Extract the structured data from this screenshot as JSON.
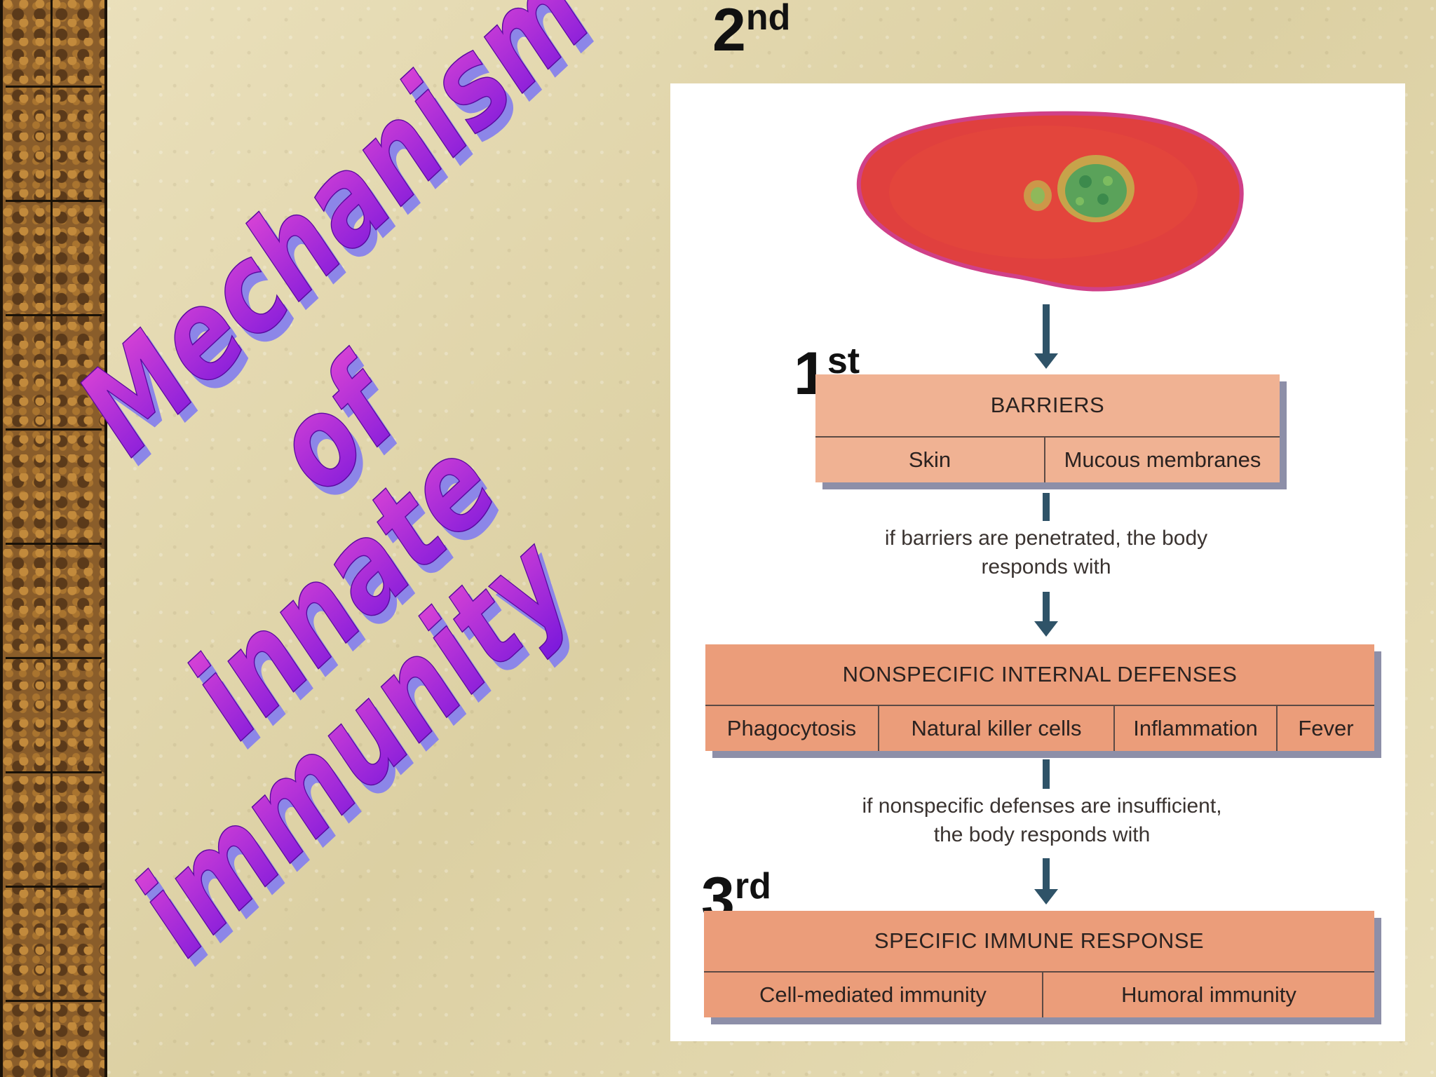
{
  "title": {
    "lines": [
      "Mechanism",
      "of",
      "innate",
      "immunity"
    ]
  },
  "diagram": {
    "levels": [
      {
        "ordinal_num": "1",
        "ordinal_suffix": "st",
        "heading": "BARRIERS",
        "items": [
          "Skin",
          "Mucous membranes"
        ]
      },
      {
        "ordinal_num": "2",
        "ordinal_suffix": "nd",
        "heading": "NONSPECIFIC INTERNAL DEFENSES",
        "items": [
          "Phagocytosis",
          "Natural killer cells",
          "Inflammation",
          "Fever"
        ]
      },
      {
        "ordinal_num": "3",
        "ordinal_suffix": "rd",
        "heading": "SPECIFIC IMMUNE RESPONSE",
        "items": [
          "Cell-mediated immunity",
          "Humoral immunity"
        ]
      }
    ],
    "transitions": [
      [
        "if barriers are penetrated, the body",
        "responds with"
      ],
      [
        "if nonspecific defenses are insufficient,",
        "the body responds with"
      ]
    ]
  },
  "colors": {
    "title_fill_top": "#e040d8",
    "title_fill_bottom": "#7a10d8",
    "title_shadow": "#8c86e8",
    "box_light": "#f0b293",
    "box_dark": "#eb9d7a",
    "arrow": "#2f5368"
  }
}
